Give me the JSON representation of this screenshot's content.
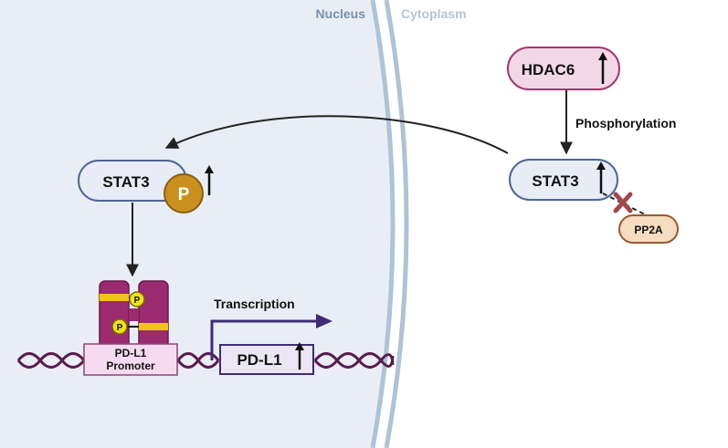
{
  "regions": {
    "nucleus": "Nucleus",
    "cytoplasm": "Cytoplasm"
  },
  "cytoplasm_side": {
    "hdac6": "HDAC6",
    "phosphorylation": "Phosphorylation",
    "stat3": "STAT3",
    "pp2a": "PP2A"
  },
  "nucleus_side": {
    "stat3": "STAT3",
    "phospho": "P",
    "dimer_phospho_1": "P",
    "dimer_phospho_2": "P",
    "promoter_line1": "PD-L1",
    "promoter_line2": "Promoter",
    "transcription": "Transcription",
    "gene": "PD-L1"
  },
  "icons": [
    "up-arrow-icon",
    "phospho-icon",
    "inhibition-x-icon",
    "transcription-arrow-icon",
    "dna-helix-icon"
  ],
  "colors": {
    "nucleus_fill": "#e9eef6",
    "membrane": "#aec3d6",
    "hdac6_fill": "#f2d8e6",
    "hdac6_stroke": "#a4386e",
    "stat3_fill": "#e7ecf6",
    "stat3_stroke": "#4d6596",
    "phospho_fill": "#c9901d",
    "pp2a_fill": "#f6ddc2",
    "pp2a_stroke": "#9b5a2f",
    "dna": "#5b1a4e",
    "dimer": "#9b2a6e",
    "dimer_band": "#f0c419",
    "transcription": "#3e2a77",
    "promoter_fill": "#f6dbf0",
    "gene_fill": "#ebe6f5",
    "x_mark": "#a2474e"
  }
}
